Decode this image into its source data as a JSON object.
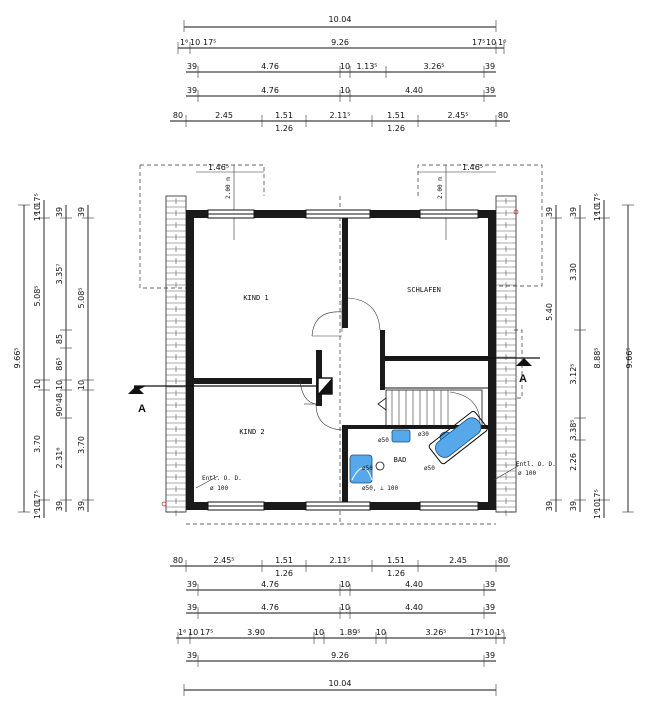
{
  "dims_top": {
    "row1": [
      "10.04"
    ],
    "row2": [
      "1⁶",
      "10",
      "17⁵",
      "9.26",
      "17⁵",
      "10",
      "1⁶"
    ],
    "row3": [
      "39",
      "4.76",
      "10",
      "1.13⁵",
      "3.26⁵",
      "39"
    ],
    "row4": [
      "39",
      "4.76",
      "10",
      "4.40",
      "39"
    ],
    "row5": [
      "80",
      "2.45",
      "1.51",
      "2.11⁵",
      "1.51",
      "2.45⁵",
      "80"
    ],
    "row5_sub": [
      "1.26",
      "1.26"
    ]
  },
  "dims_bottom": {
    "row1": [
      "80",
      "2.45⁵",
      "1.51",
      "2.11⁵",
      "1.51",
      "2.45",
      "80"
    ],
    "row1_sub": [
      "1.26",
      "1.26"
    ],
    "row2": [
      "39",
      "4.76",
      "10",
      "4.40",
      "39"
    ],
    "row3": [
      "39",
      "4.76",
      "10",
      "4.40",
      "39"
    ],
    "row4": [
      "1⁶",
      "10",
      "17⁵",
      "3.90",
      "10",
      "1.89⁵",
      "10",
      "3.26⁵",
      "17⁵",
      "10",
      "1⁶"
    ],
    "row5": [
      "39",
      "9.26",
      "39"
    ],
    "row6": [
      "10.04"
    ]
  },
  "dims_left": {
    "outer": [
      "9.66⁵"
    ],
    "col1": [
      "1⁶",
      "10",
      "17⁵",
      "5.08⁵",
      "10",
      "3.70",
      "17⁵",
      "10",
      "1⁶"
    ],
    "col2": [
      "39",
      "3.35⁷",
      "85",
      "10",
      "86⁵",
      "48",
      "90⁵",
      "2.31⁶",
      "39"
    ],
    "col3": [
      "39",
      "5.08⁵",
      "10",
      "3.70",
      "39"
    ]
  },
  "dims_right": {
    "outer": [
      "9.66⁵"
    ],
    "col1": [
      "17⁵",
      "10",
      "1⁶",
      "8.88⁵",
      "17⁵",
      "10",
      "1⁶"
    ],
    "col2": [
      "39",
      "3.30",
      "3.12⁵",
      "3.38⁵",
      "2.26",
      "39"
    ],
    "col3": [
      "39",
      "5.40",
      "39"
    ]
  },
  "dormer_labels": [
    "1.46⁵",
    "1.46⁵"
  ],
  "dormer_heights": [
    "2.00 m",
    "2.00 m"
  ],
  "rooms": {
    "kind1": "KIND 1",
    "kind2": "KIND 2",
    "schlafen": "SCHLAFEN",
    "bad": "BAD"
  },
  "bath_labels": {
    "w1": "ø50",
    "w2": "ø50",
    "w3": "ø30",
    "w4": "ø50",
    "w5": "ø50, ⊥ 100"
  },
  "vents": {
    "left_line1": "Entl. O. D.",
    "left_line2": "ø 100",
    "right_line1": "Entl. O. D.",
    "right_line2": "ø 100"
  },
  "section_markers": [
    "A",
    "A"
  ]
}
